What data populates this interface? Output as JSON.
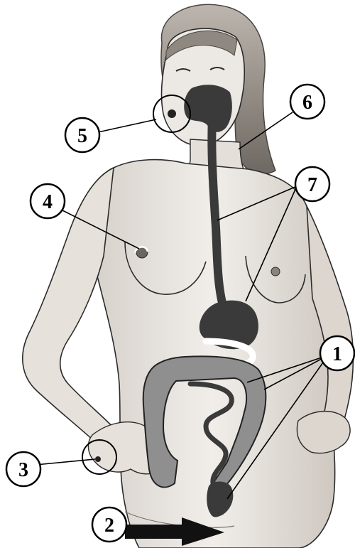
{
  "colors": {
    "skin": "#ece8e3",
    "skin_shadow": "#b9b2aa",
    "outline": "#2b2b2b",
    "hair": "#9b948d",
    "hair_dark": "#5a5550",
    "upper_tract": "#3a3a3a",
    "colon_fill": "#8f8f8f",
    "arrow": "#111111"
  },
  "callouts": [
    {
      "id": "1",
      "label": "1"
    },
    {
      "id": "2",
      "label": "2"
    },
    {
      "id": "3",
      "label": "3"
    },
    {
      "id": "4",
      "label": "4"
    },
    {
      "id": "5",
      "label": "5"
    },
    {
      "id": "6",
      "label": "6"
    },
    {
      "id": "7",
      "label": "7"
    }
  ],
  "icons": {
    "arrow": "right-arrow-icon"
  }
}
